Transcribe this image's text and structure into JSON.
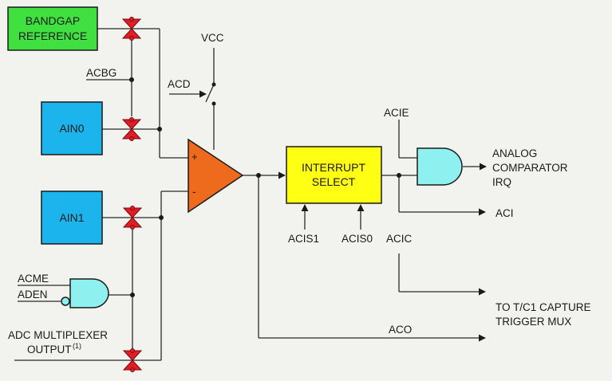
{
  "blocks": {
    "bandgap_line1": "BANDGAP",
    "bandgap_line2": "REFERENCE",
    "ain0": "AIN0",
    "ain1": "AIN1",
    "interrupt_line1": "INTERRUPT",
    "interrupt_line2": "SELECT"
  },
  "signals": {
    "vcc": "VCC",
    "acd": "ACD",
    "acbg": "ACBG",
    "acme": "ACME",
    "aden": "ADEN",
    "adc_mux_line1": "ADC MULTIPLEXER",
    "adc_mux_line2": "OUTPUT",
    "adc_mux_note": "(1)",
    "plus": "+",
    "minus": "-",
    "acis1": "ACIS1",
    "acis0": "ACIS0",
    "acie": "ACIE",
    "acic": "ACIC",
    "aci": "ACI",
    "aco": "ACO",
    "irq_line1": "ANALOG",
    "irq_line2": "COMPARATOR",
    "irq_line3": "IRQ",
    "capture_line1": "TO T/C1 CAPTURE",
    "capture_line2": "TRIGGER MUX"
  },
  "colors": {
    "bandgap": "#3fe03f",
    "ain": "#1cb4ec",
    "comparator": "#ee6a1c",
    "interrupt": "#ffff14",
    "gate": "#8ff0f0",
    "mux_switch": "#e01c24"
  }
}
